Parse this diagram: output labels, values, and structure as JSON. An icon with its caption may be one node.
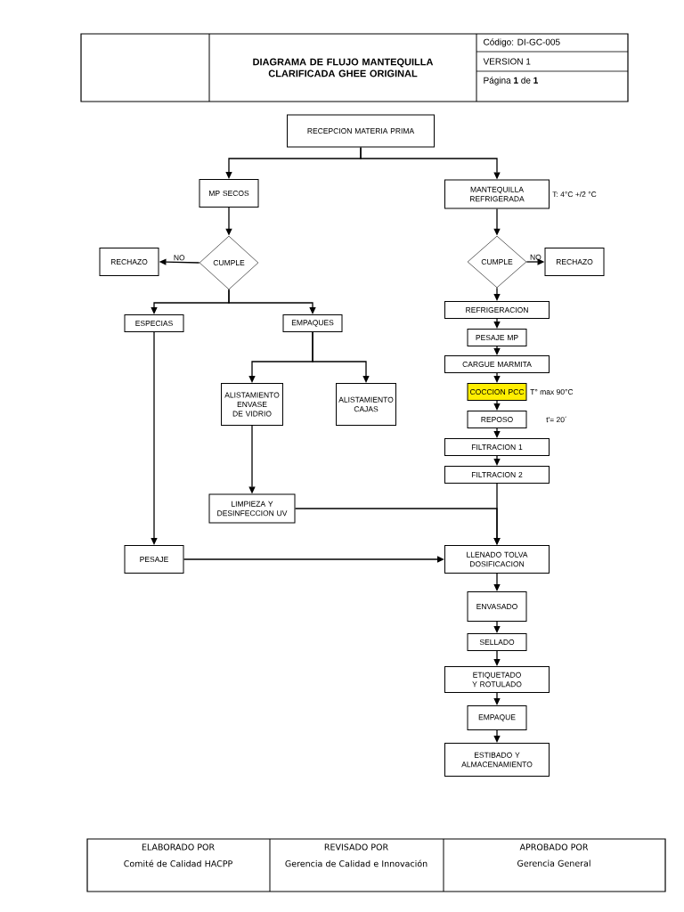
{
  "diagram": {
    "title": "DIAGRAMA DE FLUJO MANTEQUILLA CLARIFICADA GHEE ORIGINAL",
    "nodes": [
      {
        "text": [
          "RECEPCION MATERIA PRIMA"
        ]
      },
      {
        "text": [
          "MP SECOS"
        ]
      },
      {
        "text": [
          "MANTEQUILLA REFRIGERADA"
        ],
        "beside": [
          "T: 4°C +/2 °C"
        ]
      },
      {
        "text": [
          "CUMPLE"
        ]
      },
      {
        "text": [
          "RECHAZO"
        ]
      },
      {
        "text": [
          "CUMPLE"
        ]
      },
      {
        "text": [
          "RECHAZO"
        ]
      },
      {
        "text": [
          "ESPECIAS"
        ]
      },
      {
        "text": [
          "EMPAQUES"
        ]
      },
      {
        "text": [
          "REFRIGERACION"
        ]
      },
      {
        "text": [
          "PESAJE MP"
        ]
      },
      {
        "text": [
          "CARGUE MARMITA"
        ]
      },
      {
        "text": [
          "ALISTAMIENTO ENVASE DE VIDRIO"
        ]
      },
      {
        "text": [
          "ALISTAMIENTO CAJAS"
        ]
      },
      {
        "text": [
          "COCCION PCC"
        ],
        "beside": [
          "T° max 90°C"
        ]
      },
      {
        "text": [
          "REPOSO"
        ],
        "beside": [
          "t'= 20´"
        ]
      },
      {
        "text": [
          "FILTRACION 1"
        ]
      },
      {
        "text": [
          "FILTRACION 2"
        ]
      },
      {
        "text": [
          "LIMPIEZA Y DESINFECCION UV"
        ]
      },
      {
        "text": [
          "PESAJE"
        ]
      },
      {
        "text": [
          "LLENADO TOLVA DOSIFICACION"
        ]
      },
      {
        "text": [
          "ENVASADO"
        ]
      },
      {
        "text": [
          "SELLADO"
        ]
      },
      {
        "text": [
          "ETIQUETADO Y ROTULADO"
        ]
      },
      {
        "text": [
          "EMPAQUE"
        ]
      },
      {
        "text": [
          "ESTIBADO Y ALMACENAMIENTO"
        ]
      }
    ],
    "edges": [
      {
        "from": 0,
        "to": 1,
        "arrow": "to"
      },
      {
        "from": 0,
        "to": 2,
        "arrow": "to"
      },
      {
        "from": 1,
        "to": 3,
        "arrow": "to"
      },
      {
        "from": 3,
        "to": 4,
        "arrow": "to",
        "label": "NO"
      },
      {
        "from": 2,
        "to": 5,
        "arrow": "to"
      },
      {
        "from": 5,
        "to": 6,
        "arrow": "to",
        "label": "NO"
      },
      {
        "from": 3,
        "to": 7,
        "arrow": "to"
      },
      {
        "from": 3,
        "to": 8,
        "arrow": "to"
      },
      {
        "from": 5,
        "to": 9,
        "arrow": "to"
      },
      {
        "from": 9,
        "to": 10,
        "arrow": "to"
      },
      {
        "from": 10,
        "to": 11,
        "arrow": "to"
      },
      {
        "from": 11,
        "to": 14,
        "arrow": "to"
      },
      {
        "from": 14,
        "to": 15,
        "arrow": "to"
      },
      {
        "from": 15,
        "to": 16,
        "arrow": "to"
      },
      {
        "from": 16,
        "to": 17,
        "arrow": "to"
      },
      {
        "from": 8,
        "to": 12,
        "arrow": "to"
      },
      {
        "from": 8,
        "to": 13,
        "arrow": "to"
      },
      {
        "from": 12,
        "to": 18,
        "arrow": "to"
      },
      {
        "from": 7,
        "to": 19,
        "arrow": "to"
      },
      {
        "from": 17,
        "to": 20,
        "arrow": "to"
      },
      {
        "from": 18,
        "to": 20,
        "arrow": "to"
      },
      {
        "from": 19,
        "to": 20,
        "arrow": "to"
      },
      {
        "from": 20,
        "to": 21,
        "arrow": "to"
      },
      {
        "from": 21,
        "to": 22,
        "arrow": "to"
      },
      {
        "from": 22,
        "to": 23,
        "arrow": "to"
      },
      {
        "from": 23,
        "to": 24,
        "arrow": "to"
      },
      {
        "from": 24,
        "to": 25,
        "arrow": "to"
      }
    ],
    "labels": [
      "Código: DI-GC-005",
      "VERSION 1",
      "Página **1** de **1**",
      "ELABORADO POR",
      "Comité de Calidad HACPP",
      "REVISADO POR",
      "Gerencia de Calidad e Innovación",
      "APROBADO POR",
      "Gerencia General"
    ]
  }
}
